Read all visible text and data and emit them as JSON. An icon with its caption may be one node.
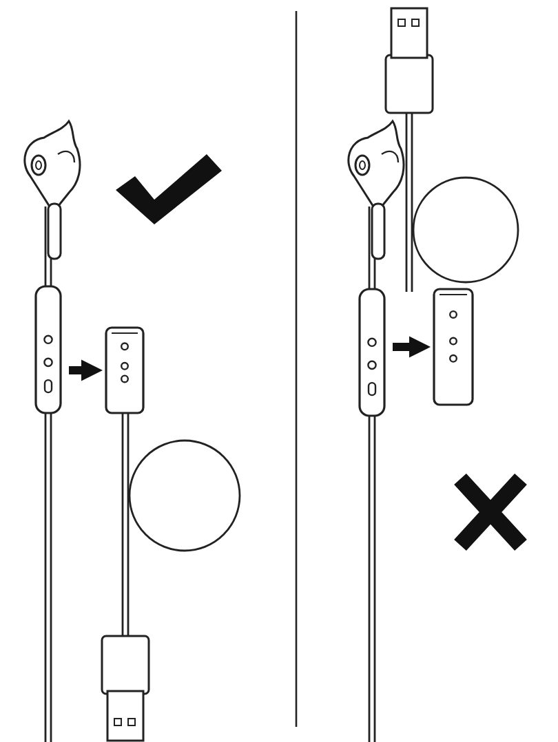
{
  "diagram": {
    "nodes": [
      {
        "text": [],
        "shape": "bar"
      },
      {
        "text": [],
        "shape": "box"
      },
      {
        "text": [],
        "shape": "bar"
      },
      {
        "text": [],
        "shape": "box"
      }
    ],
    "edges": [
      {
        "from": 0,
        "to": 1,
        "arrow": "to"
      },
      {
        "from": 2,
        "to": 3,
        "arrow": "to"
      }
    ]
  }
}
